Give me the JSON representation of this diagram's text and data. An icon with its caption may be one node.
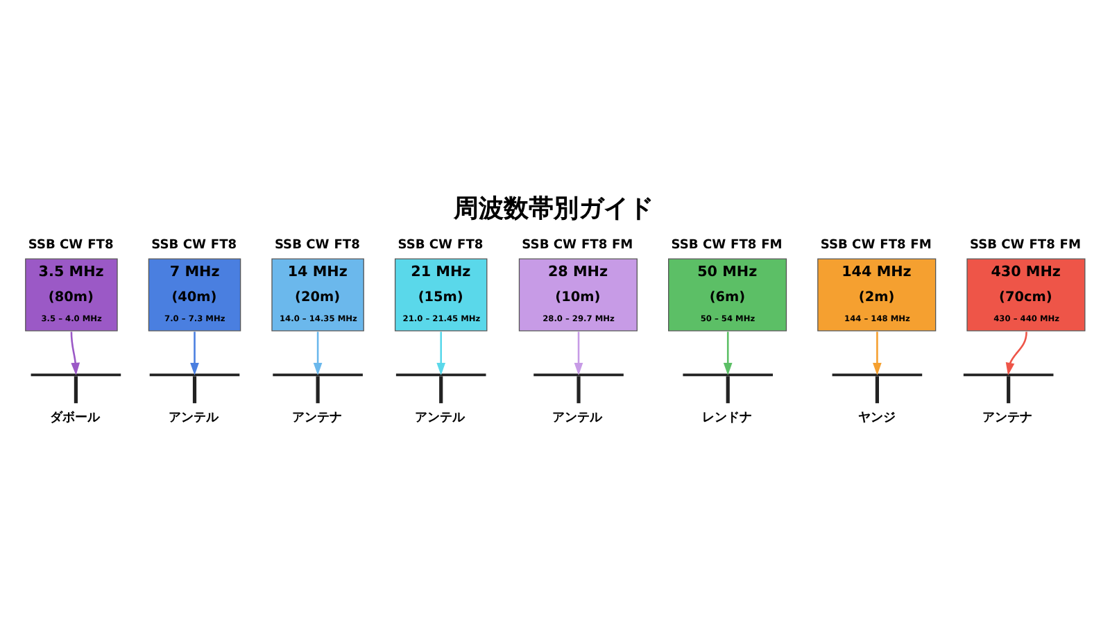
{
  "diagram": {
    "title": "周波数帯別ガイド",
    "nodes": [
      {
        "text": [
          "3.5 MHz",
          "(80m)",
          "3.5 – 4.0 MHz"
        ],
        "beside": [
          "SSB",
          "CW",
          "FT8"
        ]
      },
      {
        "text": [
          "7 MHz",
          "(40m)",
          "7.0 – 7.3 MHz"
        ],
        "beside": [
          "SSB",
          "CW",
          "FT8"
        ]
      },
      {
        "text": [
          "14 MHz",
          "(20m)",
          "14.0 – 14.35 MHz"
        ],
        "beside": [
          "SSB",
          "CW",
          "FT8"
        ]
      },
      {
        "text": [
          "21 MHz",
          "(15m)",
          "21.0 – 21.45 MHz"
        ],
        "beside": [
          "SSB",
          "CW",
          "FT8"
        ]
      },
      {
        "text": [
          "28 MHz",
          "(10m)",
          "28.0 – 29.7 MHz"
        ],
        "beside": [
          "SSB",
          "CW",
          "FT8",
          "FM"
        ]
      },
      {
        "text": [
          "50 MHz",
          "(6m)",
          "50 – 54 MHz"
        ],
        "beside": [
          "SSB",
          "CW",
          "FT8",
          "FM"
        ]
      },
      {
        "text": [
          "144 MHz",
          "(2m)",
          "144 – 148 MHz"
        ],
        "beside": [
          "SSB",
          "CW",
          "FT8",
          "FM"
        ]
      },
      {
        "text": [
          "430 MHz",
          "(70cm)",
          "430 – 440 MHz"
        ],
        "beside": [
          "SSB",
          "CW",
          "FT8",
          "FM"
        ]
      },
      {
        "text": [],
        "shape": "picture",
        "beside": [
          "ダボール"
        ]
      },
      {
        "text": [],
        "shape": "picture",
        "beside": [
          "アンテル"
        ]
      },
      {
        "text": [],
        "shape": "picture",
        "beside": [
          "アンテナ"
        ]
      },
      {
        "text": [],
        "shape": "picture",
        "beside": [
          "アンテル"
        ]
      },
      {
        "text": [],
        "shape": "picture",
        "beside": [
          "アンテル"
        ]
      },
      {
        "text": [],
        "shape": "picture",
        "beside": [
          "レンドナ"
        ]
      },
      {
        "text": [],
        "shape": "picture",
        "beside": [
          "ヤンジ"
        ]
      },
      {
        "text": [],
        "shape": "picture",
        "beside": [
          "アンテナ"
        ]
      }
    ],
    "edges": [
      {
        "from": 0,
        "to": 8,
        "arrow": "to",
        "color": "#9b59c6"
      },
      {
        "from": 1,
        "to": 9,
        "arrow": "to",
        "color": "#4a7fe0"
      },
      {
        "from": 2,
        "to": 10,
        "arrow": "to",
        "color": "#6bb8ec"
      },
      {
        "from": 3,
        "to": 11,
        "arrow": "to",
        "color": "#5ad8ea"
      },
      {
        "from": 4,
        "to": 12,
        "arrow": "to",
        "color": "#c79be6"
      },
      {
        "from": 5,
        "to": 13,
        "arrow": "to",
        "color": "#5cbf66"
      },
      {
        "from": 6,
        "to": 14,
        "arrow": "to",
        "color": "#f5a030"
      },
      {
        "from": 7,
        "to": 15,
        "arrow": "to",
        "color": "#ee5548"
      }
    ]
  }
}
